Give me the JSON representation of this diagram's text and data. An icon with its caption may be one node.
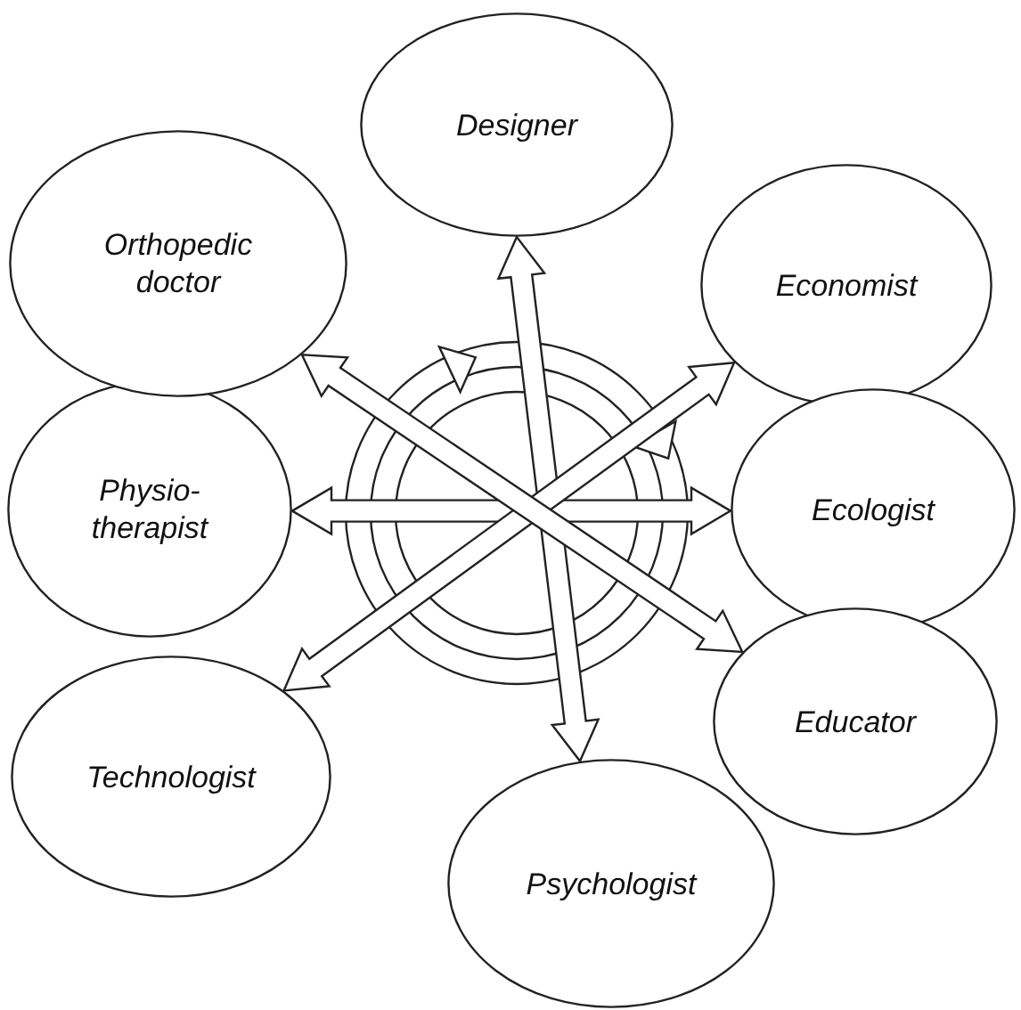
{
  "diagram": {
    "nodes": [
      {
        "text": [
          "Designer"
        ]
      },
      {
        "text": [
          "Economist"
        ]
      },
      {
        "text": [
          "Ecologist"
        ]
      },
      {
        "text": [
          "Educator"
        ]
      },
      {
        "text": [
          "Psychologist"
        ]
      },
      {
        "text": [
          "Technologist"
        ]
      },
      {
        "text": [
          "Physio- therapist"
        ]
      },
      {
        "text": [
          "Orthopedic doctor"
        ]
      }
    ],
    "edges": [
      {
        "from": 0,
        "to": 4,
        "arrow": "both"
      },
      {
        "from": 6,
        "to": 2,
        "arrow": "both"
      },
      {
        "from": 1,
        "to": 5,
        "arrow": "both"
      },
      {
        "from": 7,
        "to": 3,
        "arrow": "both"
      }
    ]
  }
}
